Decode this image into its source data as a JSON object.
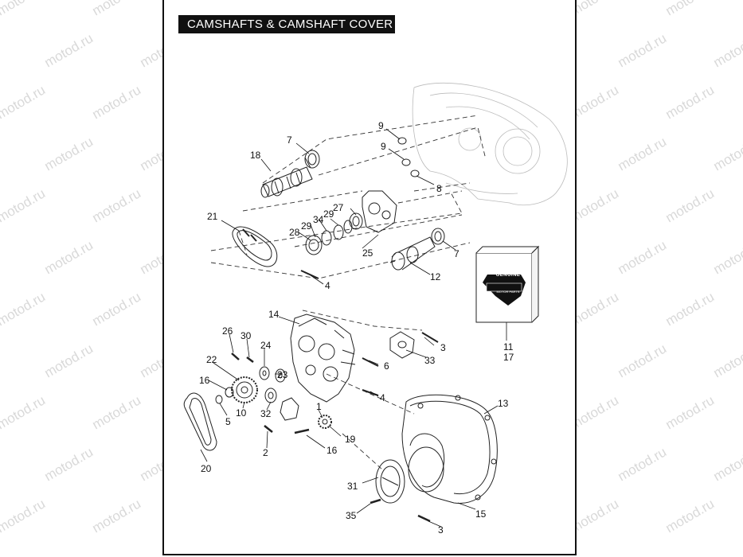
{
  "title": "CAMSHAFTS & CAMSHAFT COVER",
  "watermark": "motod.ru",
  "badge": {
    "word": "GENUINE",
    "sub": "MOTOR PARTS"
  },
  "labels": {
    "l1": "1",
    "l2": "2",
    "l3a": "3",
    "l3b": "3",
    "l4a": "4",
    "l4b": "4",
    "l5": "5",
    "l6": "6",
    "l7a": "7",
    "l7b": "7",
    "l8": "8",
    "l9a": "9",
    "l9b": "9",
    "l10": "10",
    "l11": "11",
    "l12": "12",
    "l13": "13",
    "l14": "14",
    "l15": "15",
    "l16a": "16",
    "l16b": "16",
    "l17": "17",
    "l18": "18",
    "l19": "19",
    "l20": "20",
    "l21": "21",
    "l22": "22",
    "l23": "23",
    "l24": "24",
    "l25": "25",
    "l26": "26",
    "l27": "27",
    "l28": "28",
    "l29a": "29",
    "l29b": "29",
    "l30": "30",
    "l31": "31",
    "l32": "32",
    "l33": "33",
    "l34": "34",
    "l35": "35"
  },
  "colors": {
    "frame": "#111111",
    "title_bg": "#111111",
    "title_text": "#ffffff",
    "watermark": "#d9d9d9"
  }
}
